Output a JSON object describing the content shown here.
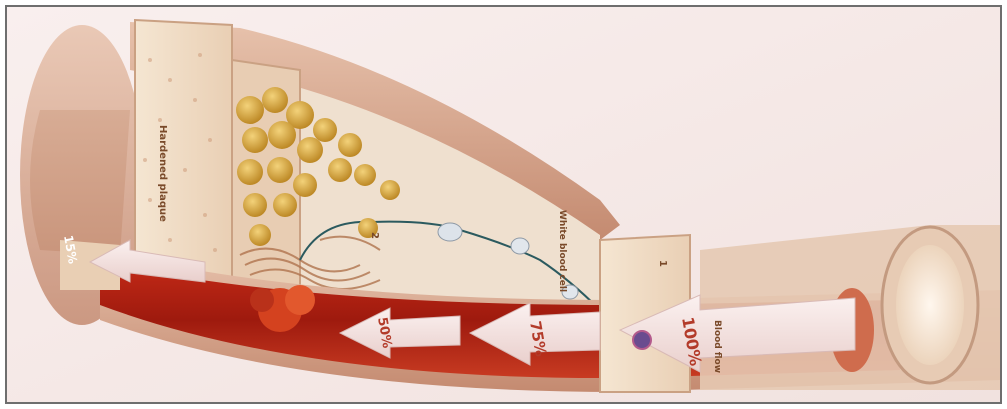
{
  "flow_labels": {
    "full": "100%",
    "three_quarters": "75%",
    "half": "50%",
    "low": "15%"
  },
  "section_labels": {
    "plaque": "Hardened plaque",
    "white_blood_cell": "White blood cell",
    "blood_flow": "Blood flow",
    "marker_2": "2",
    "marker_1": "1"
  },
  "colors": {
    "background": "#f7ebe8",
    "frame": "#6e6e6e",
    "vessel_wall": "#d8a58a",
    "wall_cut": "#f1dcc5",
    "blood": "#b32012",
    "blood_light": "#e24a2e",
    "fat": "#d9a93a",
    "arrow": "#f4e4e2"
  }
}
